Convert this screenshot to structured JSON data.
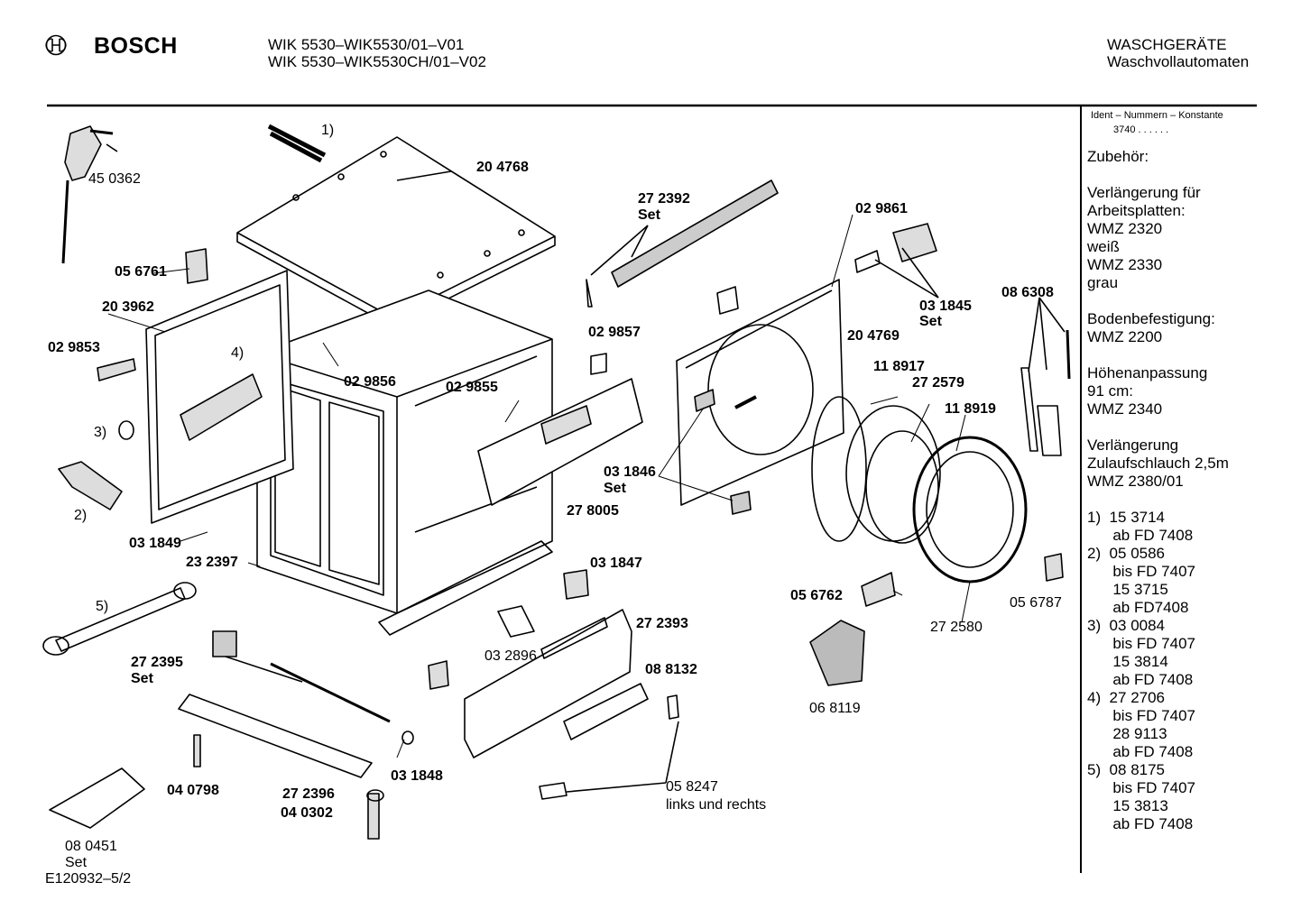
{
  "header": {
    "brand": "BOSCH",
    "model_line1": "WIK 5530–WIK5530/01–V01",
    "model_line2": "WIK 5530–WIK5530CH/01–V02",
    "category_line1": "WASCHGERÄTE",
    "category_line2": "Waschvollautomaten"
  },
  "parts": [
    {
      "id": "p450362",
      "text": "45 0362",
      "bold": false
    },
    {
      "id": "pnote1",
      "text": "1)",
      "bold": false
    },
    {
      "id": "p204768",
      "text": "20 4768",
      "bold": true
    },
    {
      "id": "p272392",
      "text": "27 2392",
      "bold": true
    },
    {
      "id": "p272392set",
      "text": "Set",
      "bold": true
    },
    {
      "id": "p029861",
      "text": "02 9861",
      "bold": true
    },
    {
      "id": "p056761",
      "text": "05 6761",
      "bold": true
    },
    {
      "id": "p203962",
      "text": "20 3962",
      "bold": true
    },
    {
      "id": "p031845",
      "text": "03 1845",
      "bold": true
    },
    {
      "id": "p031845set",
      "text": "Set",
      "bold": true
    },
    {
      "id": "p086308",
      "text": "08 6308",
      "bold": true
    },
    {
      "id": "p029853",
      "text": "02 9853",
      "bold": true
    },
    {
      "id": "pnote4",
      "text": "4)",
      "bold": false
    },
    {
      "id": "p029857",
      "text": "02 9857",
      "bold": true
    },
    {
      "id": "p204769",
      "text": "20 4769",
      "bold": true
    },
    {
      "id": "p029856",
      "text": "02 9856",
      "bold": true
    },
    {
      "id": "p029855",
      "text": "02 9855",
      "bold": true
    },
    {
      "id": "p118917",
      "text": "11 8917",
      "bold": true
    },
    {
      "id": "p272579",
      "text": "27 2579",
      "bold": true
    },
    {
      "id": "p118919",
      "text": "11 8919",
      "bold": true
    },
    {
      "id": "pnote3",
      "text": "3)",
      "bold": false
    },
    {
      "id": "p031846",
      "text": "03 1846",
      "bold": true
    },
    {
      "id": "p031846set",
      "text": "Set",
      "bold": true
    },
    {
      "id": "pnote2",
      "text": "2)",
      "bold": false
    },
    {
      "id": "p278005",
      "text": "27 8005",
      "bold": true
    },
    {
      "id": "p031849",
      "text": "03 1849",
      "bold": true
    },
    {
      "id": "p232397",
      "text": "23 2397",
      "bold": true
    },
    {
      "id": "p031847",
      "text": "03 1847",
      "bold": true
    },
    {
      "id": "p056762",
      "text": "05 6762",
      "bold": true
    },
    {
      "id": "p056787",
      "text": "05 6787",
      "bold": false
    },
    {
      "id": "p272580",
      "text": "27 2580",
      "bold": false
    },
    {
      "id": "pnote5",
      "text": "5)",
      "bold": false
    },
    {
      "id": "p272393",
      "text": "27 2393",
      "bold": true
    },
    {
      "id": "p032896",
      "text": "03 2896",
      "bold": false
    },
    {
      "id": "p272395",
      "text": "27 2395",
      "bold": true
    },
    {
      "id": "p272395set",
      "text": "Set",
      "bold": true
    },
    {
      "id": "p088132",
      "text": "08 8132",
      "bold": true
    },
    {
      "id": "p068119",
      "text": "06 8119",
      "bold": false
    },
    {
      "id": "p031848",
      "text": "03 1848",
      "bold": true
    },
    {
      "id": "p040798",
      "text": "04 0798",
      "bold": true
    },
    {
      "id": "p272396",
      "text": "27 2396",
      "bold": true
    },
    {
      "id": "p058247",
      "text": "05 8247",
      "bold": false
    },
    {
      "id": "p058247b",
      "text": "links und rechts",
      "bold": false
    },
    {
      "id": "p040302",
      "text": "04 0302",
      "bold": true
    },
    {
      "id": "p080451",
      "text": "08 0451",
      "bold": false
    },
    {
      "id": "p080451set",
      "text": "Set",
      "bold": false
    },
    {
      "id": "pdrawing",
      "text": "E120932–5/2",
      "bold": false
    }
  ],
  "sidebar": {
    "ident_title": "Ident – Nummern – Konstante",
    "ident_value": "3740  .  .   .  .  .  .",
    "lines": [
      "Zubehör:",
      "",
      "Verlängerung für",
      "Arbeitsplatten:",
      "WMZ 2320",
      "weiß",
      "WMZ 2330",
      "grau",
      "",
      "Bodenbefestigung:",
      "WMZ 2200",
      "",
      "Höhenanpassung",
      "91 cm:",
      "WMZ 2340",
      "",
      "Verlängerung",
      "Zulaufschlauch 2,5m",
      "WMZ 2380/01",
      "",
      "1)  15 3714",
      "      ab FD 7408",
      "2)  05 0586",
      "      bis FD 7407",
      "      15 3715",
      "      ab FD7408",
      "3)  03 0084",
      "      bis FD 7407",
      "      15 3814",
      "      ab FD 7408",
      "4)  27 2706",
      "      bis FD 7407",
      "      28 9113",
      "      ab FD 7408",
      "5)  08 8175",
      "      bis FD 7407",
      "      15 3813",
      "      ab FD 7408"
    ]
  }
}
